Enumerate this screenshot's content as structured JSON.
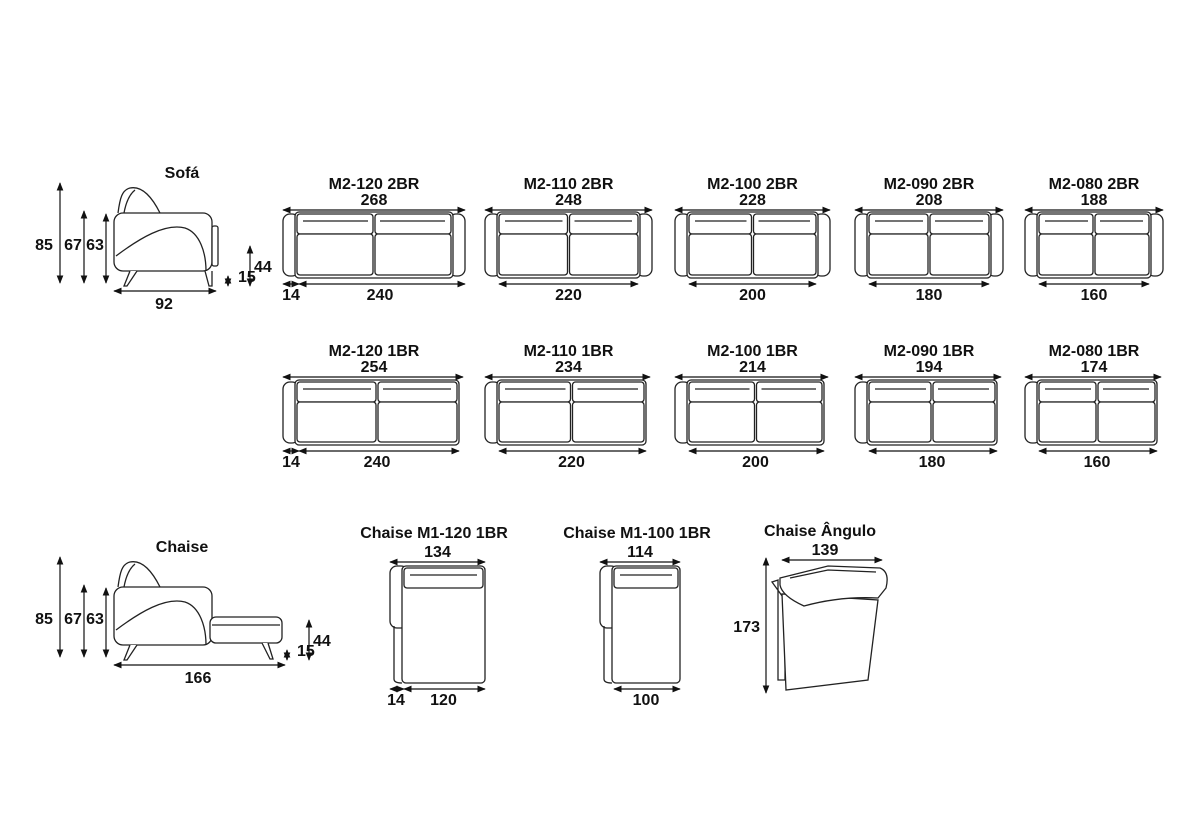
{
  "sofa_side": {
    "title": "Sofá",
    "height_total": "85",
    "height_back": "67",
    "height_arm": "63",
    "height_seat": "44",
    "height_leg": "15",
    "depth": "92"
  },
  "sofas_2br": [
    {
      "model": "M2-120 2BR",
      "total": "268",
      "arm": "14",
      "seat": "240"
    },
    {
      "model": "M2-110 2BR",
      "total": "248",
      "seat": "220"
    },
    {
      "model": "M2-100 2BR",
      "total": "228",
      "seat": "200"
    },
    {
      "model": "M2-090 2BR",
      "total": "208",
      "seat": "180"
    },
    {
      "model": "M2-080 2BR",
      "total": "188",
      "seat": "160"
    }
  ],
  "sofas_1br": [
    {
      "model": "M2-120 1BR",
      "total": "254",
      "arm": "14",
      "seat": "240"
    },
    {
      "model": "M2-110 1BR",
      "total": "234",
      "seat": "220"
    },
    {
      "model": "M2-100 1BR",
      "total": "214",
      "seat": "200"
    },
    {
      "model": "M2-090 1BR",
      "total": "194",
      "seat": "180"
    },
    {
      "model": "M2-080 1BR",
      "total": "174",
      "seat": "160"
    }
  ],
  "chaise_side": {
    "title": "Chaise",
    "height_total": "85",
    "height_back": "67",
    "height_arm": "63",
    "height_seat": "44",
    "height_leg": "15",
    "depth": "166"
  },
  "chaises": [
    {
      "model": "Chaise M1-120 1BR",
      "total": "134",
      "arm": "14",
      "seat": "120"
    },
    {
      "model": "Chaise M1-100 1BR",
      "total": "114",
      "seat": "100"
    }
  ],
  "chaise_angle": {
    "model": "Chaise Ângulo",
    "width": "139",
    "depth": "173"
  }
}
